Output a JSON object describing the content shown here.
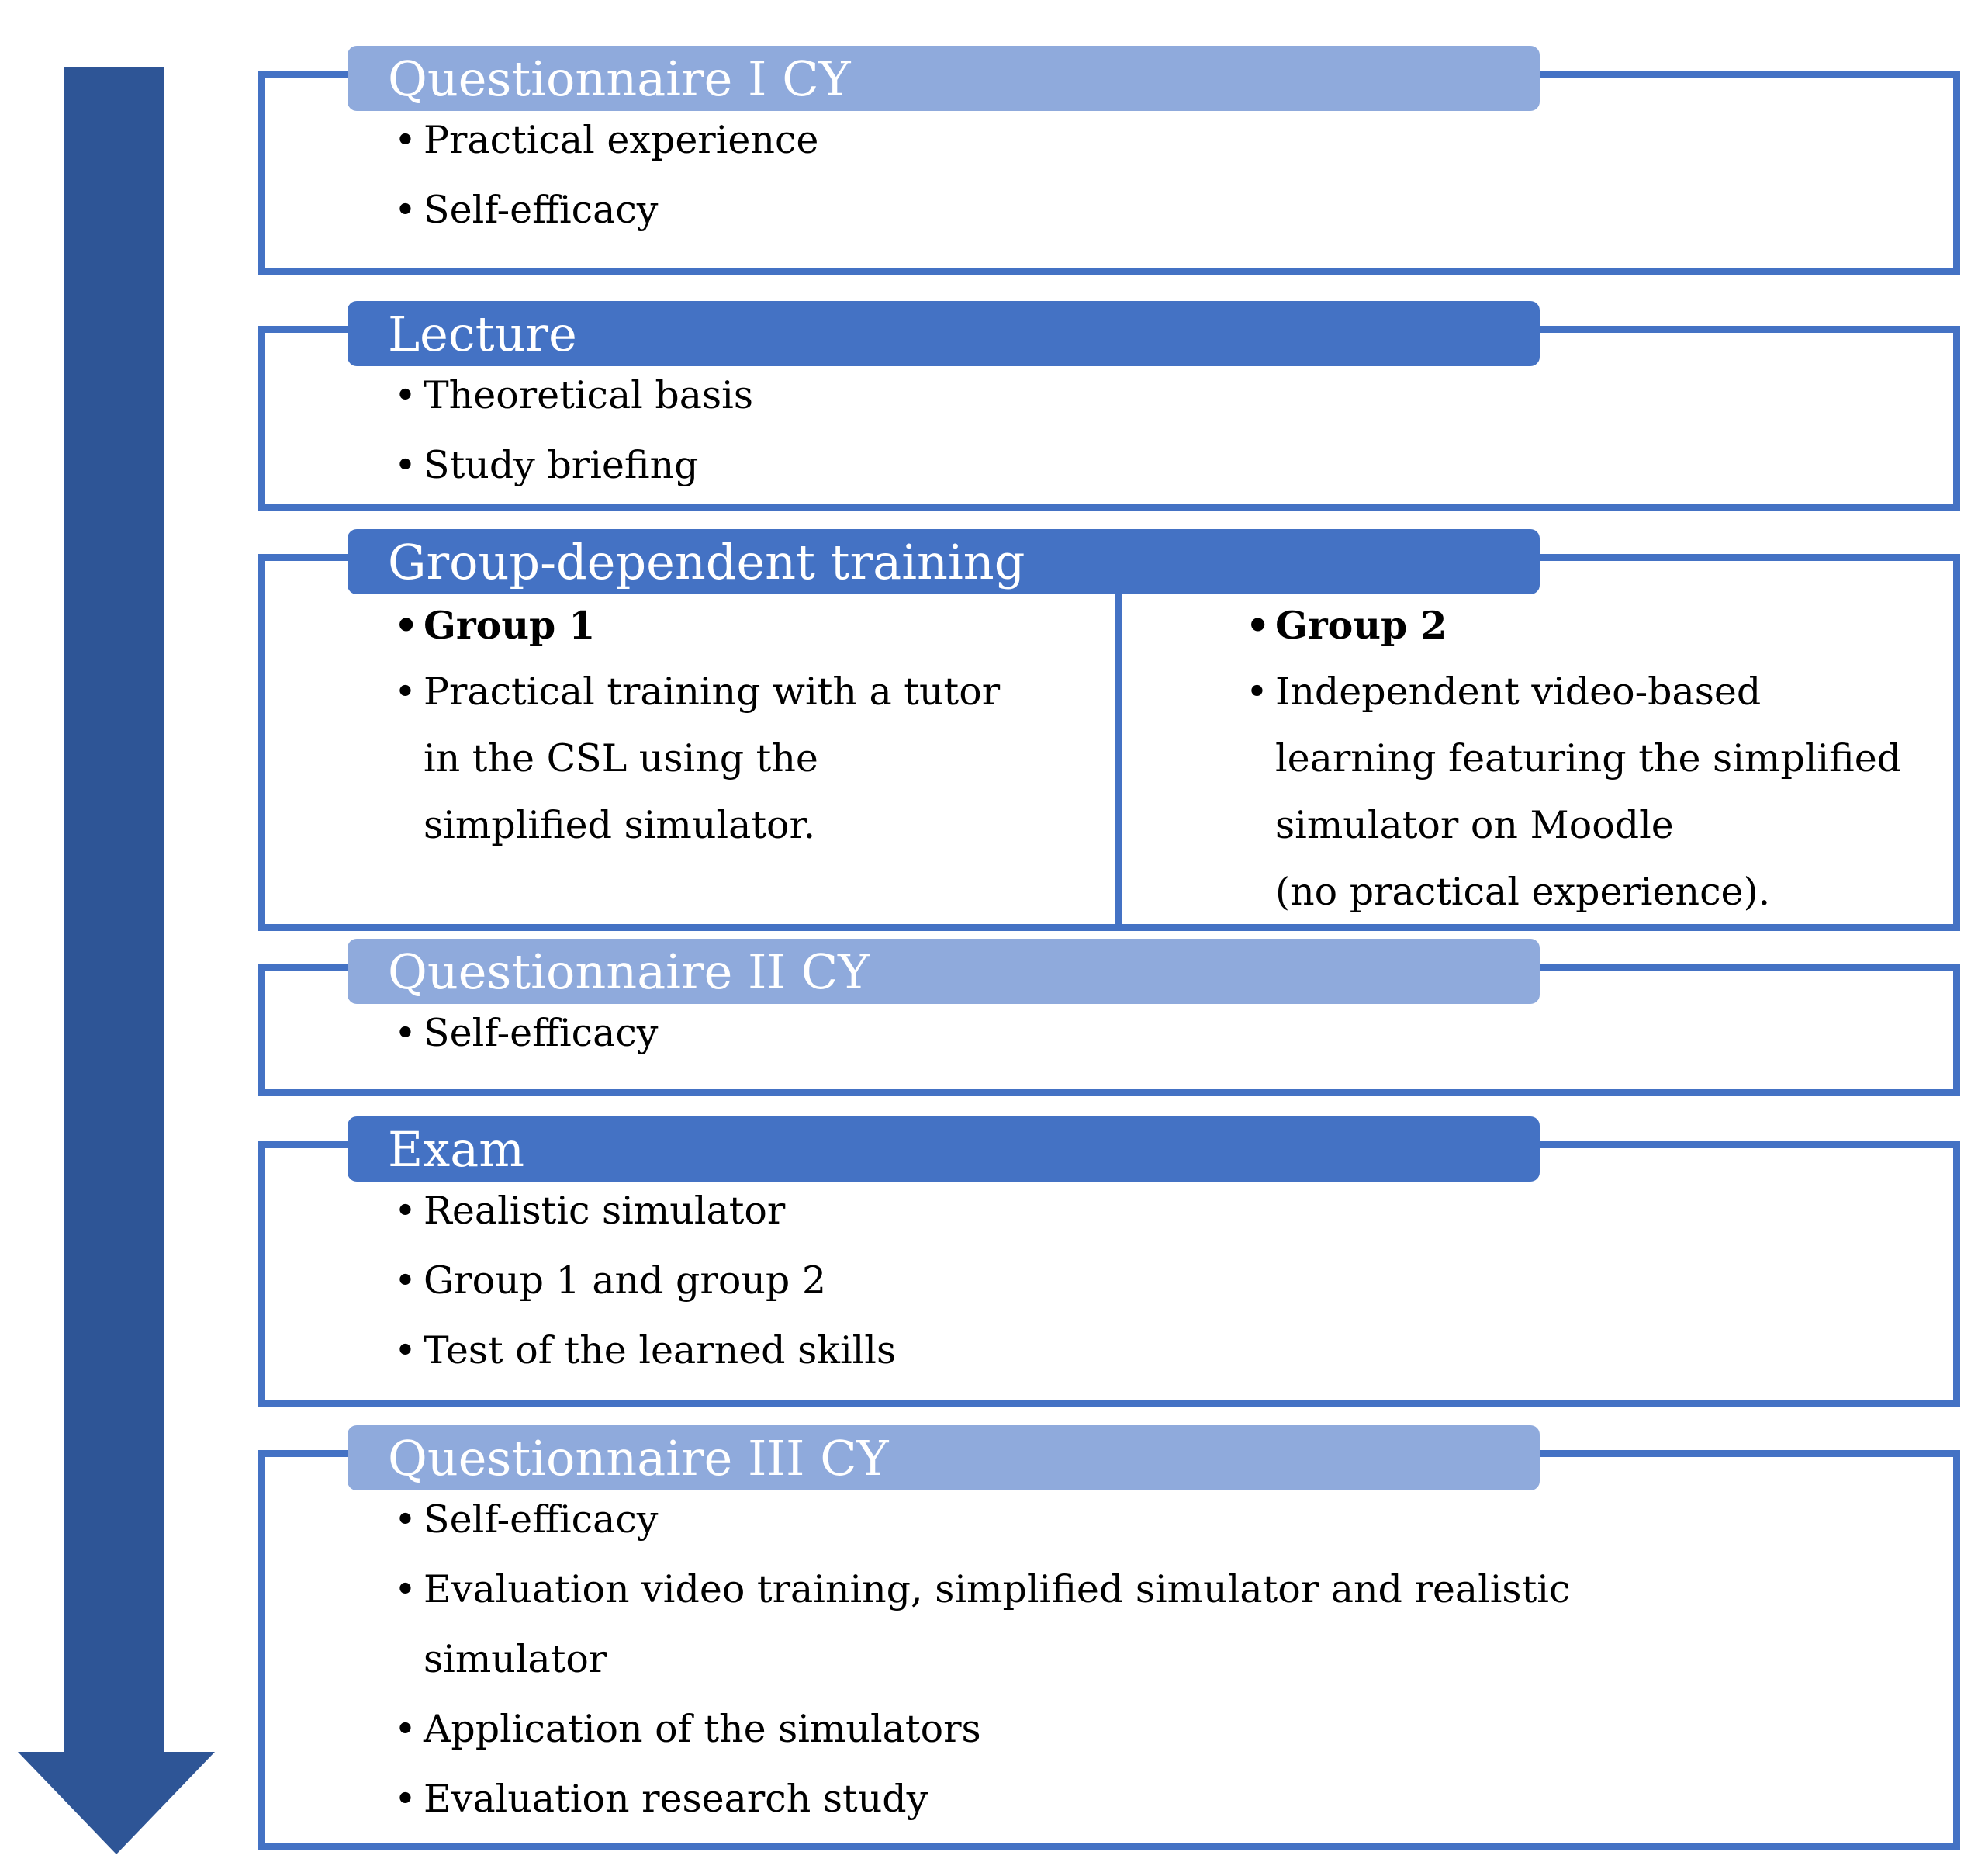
{
  "figure": {
    "description": "Study flow diagram with six stages and a downward arrow",
    "palette": {
      "light_header": "#8FAADC",
      "dark_header": "#4472C4",
      "box_border": "#4472C4",
      "arrow": "#2E5596",
      "header_text": "#FFFFFF",
      "body_text": "#000000"
    }
  },
  "sections": [
    {
      "id": "questionnaire-1",
      "title": "Questionnaire I CY",
      "style": "light",
      "bullets": [
        "Practical experience",
        "Self-efficacy"
      ]
    },
    {
      "id": "lecture",
      "title": "Lecture",
      "style": "dark",
      "bullets": [
        "Theoretical basis",
        "Study briefing"
      ]
    },
    {
      "id": "group-dependent-training",
      "title": "Group-dependent training",
      "style": "dark",
      "columns": [
        {
          "bullets": [
            "Group 1",
            "Practical training with a tutor\nin the CSL using the\nsimplified simulator."
          ]
        },
        {
          "bullets": [
            "Group 2",
            "Independent video-based\nlearning featuring the simplified\nsimulator on Moodle\n(no practical experience)."
          ]
        }
      ]
    },
    {
      "id": "questionnaire-2",
      "title": "Questionnaire II CY",
      "style": "light",
      "bullets": [
        "Self-efficacy"
      ]
    },
    {
      "id": "exam",
      "title": "Exam",
      "style": "dark",
      "bullets": [
        "Realistic simulator",
        "Group 1 and group 2",
        "Test of the learned skills"
      ]
    },
    {
      "id": "questionnaire-3",
      "title": "Questionnaire III CY",
      "style": "light",
      "bullets": [
        "Self-efficacy",
        "Evaluation video training, simplified simulator and realistic\nsimulator",
        "Application of the simulators",
        "Evaluation research study"
      ]
    }
  ]
}
